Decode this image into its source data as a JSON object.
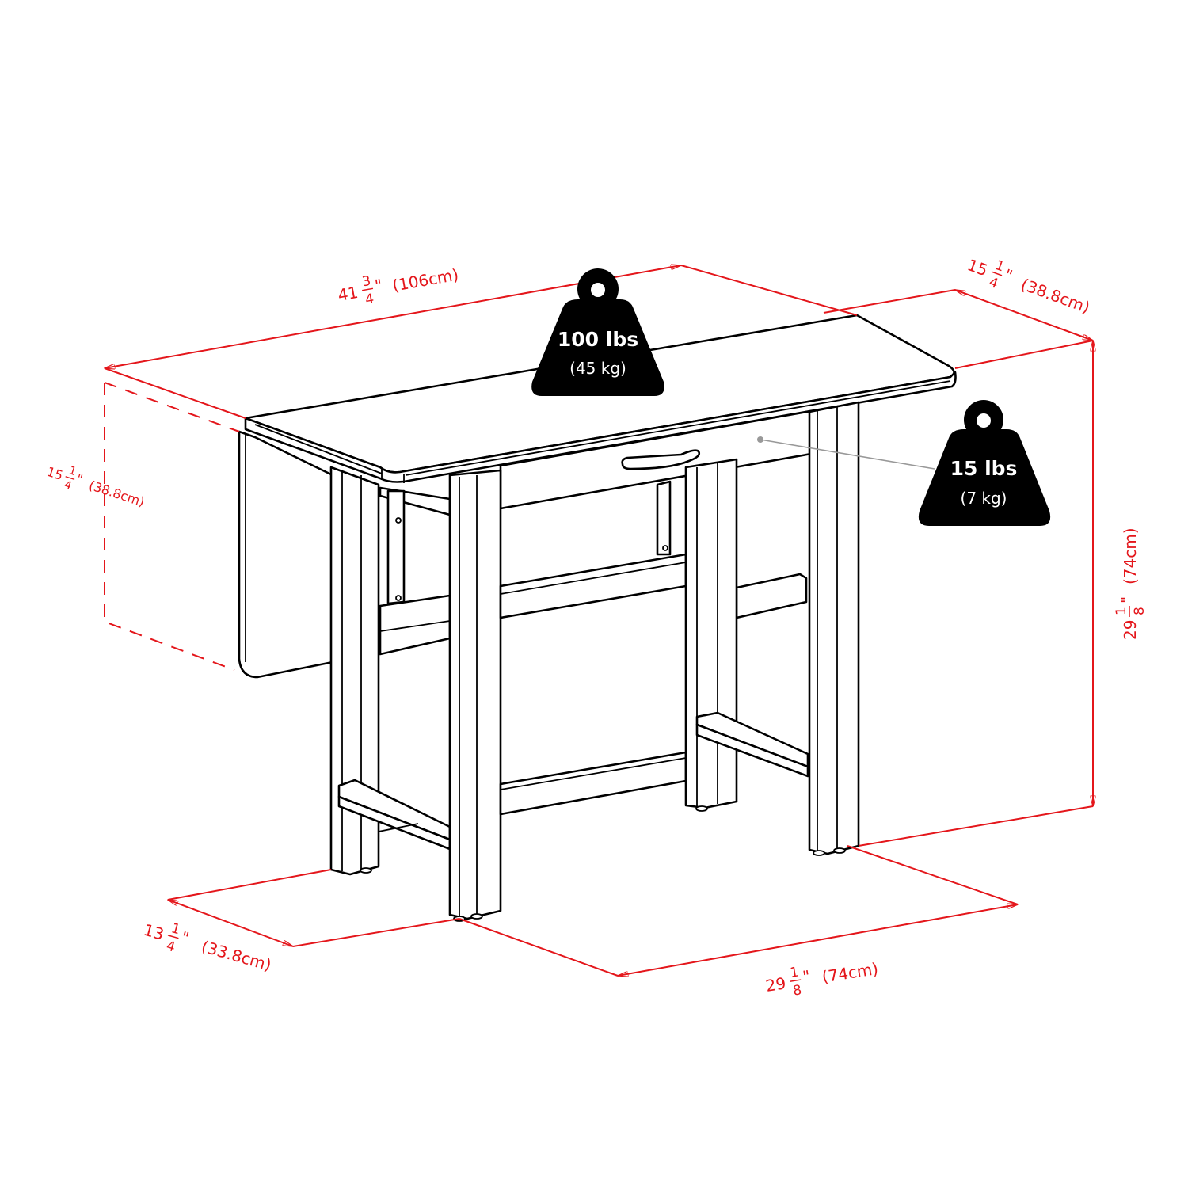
{
  "diagram": {
    "subject": "Drop-leaf table with drawer, isometric line drawing",
    "colors": {
      "dimension_lines": "#e4161b",
      "drawing_lines": "#000000",
      "weight_badge_fill": "#000000",
      "weight_badge_text": "#ffffff",
      "leader_line": "#999999",
      "background": "#ffffff"
    }
  },
  "dimensions": {
    "overall_length": {
      "whole": "41",
      "num": "3",
      "den": "4",
      "inch_mark": "\"",
      "metric": "(106cm)"
    },
    "tabletop_depth": {
      "whole": "15",
      "num": "1",
      "den": "4",
      "inch_mark": "\"",
      "metric": "(38.8cm)"
    },
    "leaf_drop": {
      "whole": "15",
      "num": "1",
      "den": "4",
      "inch_mark": "\"",
      "metric": "(38.8cm)"
    },
    "height": {
      "whole": "29",
      "num": "1",
      "den": "8",
      "inch_mark": "\"",
      "metric": "(74cm)"
    },
    "base_depth": {
      "whole": "13",
      "num": "1",
      "den": "4",
      "inch_mark": "\"",
      "metric": "(33.8cm)"
    },
    "base_width": {
      "whole": "29",
      "num": "1",
      "den": "8",
      "inch_mark": "\"",
      "metric": "(74cm)"
    }
  },
  "weights": {
    "tabletop_capacity": {
      "primary": "100 lbs",
      "secondary": "(45 kg)",
      "icon": "weight-icon"
    },
    "drawer_capacity": {
      "primary": "15 lbs",
      "secondary": "(7 kg)",
      "icon": "weight-icon"
    }
  }
}
